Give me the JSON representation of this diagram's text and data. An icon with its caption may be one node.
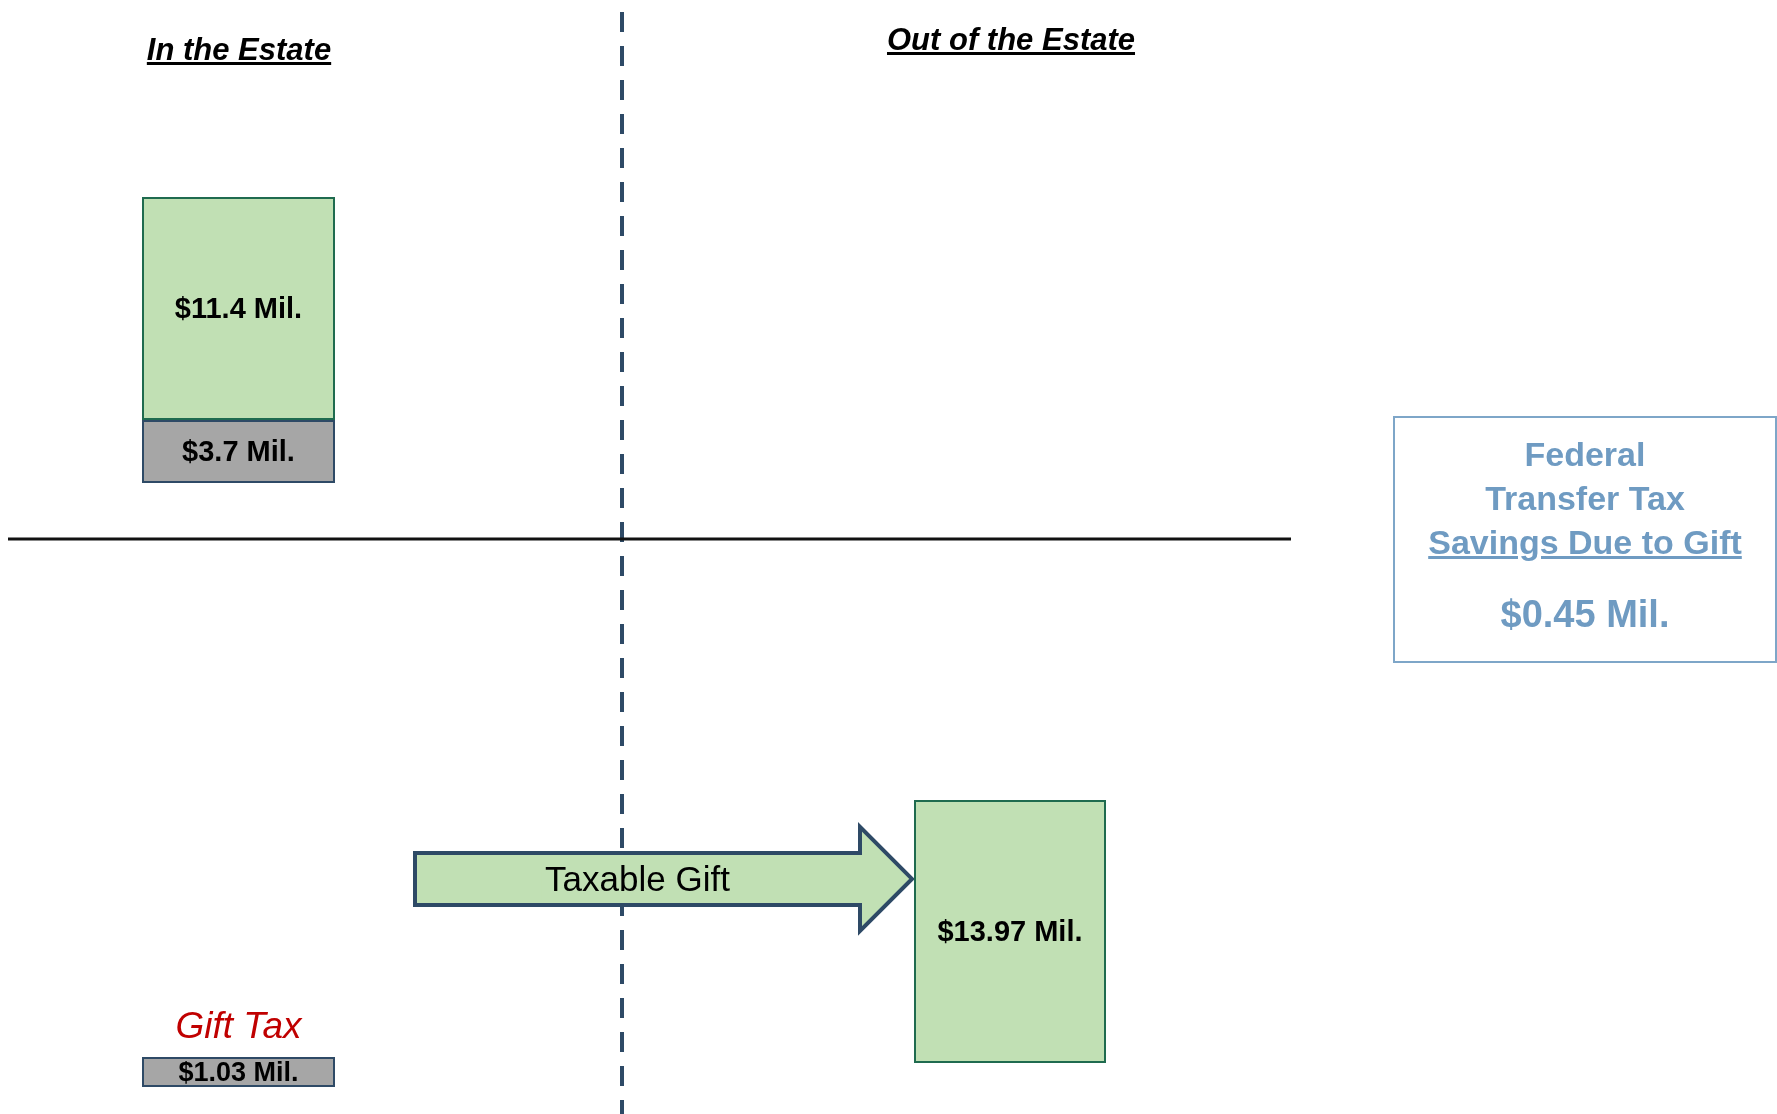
{
  "diagram": {
    "nodes": [
      {
        "text": [
          "$11.4 Mil."
        ]
      },
      {
        "text": [
          "$3.7 Mil."
        ]
      },
      {
        "text": [
          "$13.97 Mil."
        ]
      },
      {
        "text": [
          "$1.03 Mil."
        ],
        "beside": [
          "Gift Tax"
        ]
      },
      {
        "text": [
          "Federal Transfer Tax",
          "Savings Due to Gift",
          "$0.45 Mil."
        ]
      }
    ],
    "edges": [
      {
        "from": null,
        "to": 2,
        "arrow": "to",
        "label": "Taxable Gift"
      }
    ],
    "labels": [
      "In the Estate",
      "Out of the Estate"
    ]
  }
}
